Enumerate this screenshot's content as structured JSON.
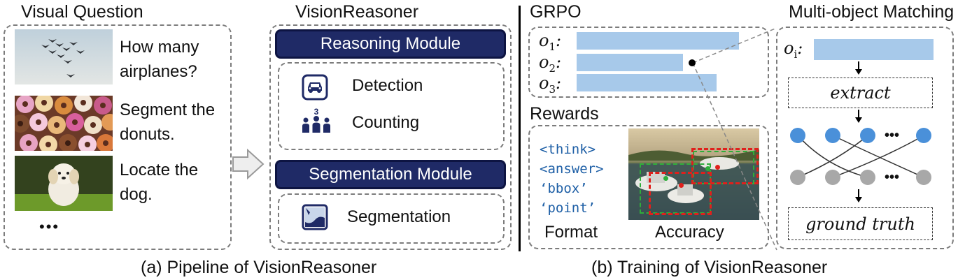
{
  "pipeline": {
    "visual_question_title": "Visual Question",
    "questions": [
      {
        "line1": "How many",
        "line2": "airplanes?"
      },
      {
        "line1": "Segment the",
        "line2": "donuts."
      },
      {
        "line1": "Locate the",
        "line2": "dog."
      }
    ],
    "ellipsis": "•••",
    "reasoner_title": "VisionReasoner",
    "reasoning_module": "Reasoning Module",
    "detection": "Detection",
    "counting": "Counting",
    "counting_icon_number": "3",
    "segmentation_module": "Segmentation Module",
    "segmentation": "Segmentation",
    "caption": "(a) Pipeline of VisionReasoner"
  },
  "training": {
    "grpo_title": "GRPO",
    "outputs": [
      {
        "base": "o",
        "sub": "1",
        "fill": 0.93
      },
      {
        "base": "o",
        "sub": "2",
        "fill": 0.63
      },
      {
        "base": "o",
        "sub": "3",
        "fill": 0.78
      }
    ],
    "rewards_title": "Rewards",
    "format_tags": [
      "<think>",
      "<answer>",
      "‘bbox’",
      "‘point’"
    ],
    "format_label": "Format",
    "accuracy_label": "Accuracy",
    "matching_title": "Multi-object Matching",
    "oi_base": "o",
    "oi_sub": "i",
    "extract": "extract",
    "matching_ellipsis": "•••",
    "ground_truth": "ground truth",
    "caption": "(b) Training of VisionReasoner"
  },
  "colors": {
    "module_fill": "#1f2a66",
    "bar_fill": "#a7c9ea",
    "node_blue": "#4a90d9",
    "node_gray": "#a8a8a8",
    "code_blue": "#1e5fa6",
    "box_red": "#e0201c",
    "box_green": "#2eae3a"
  }
}
